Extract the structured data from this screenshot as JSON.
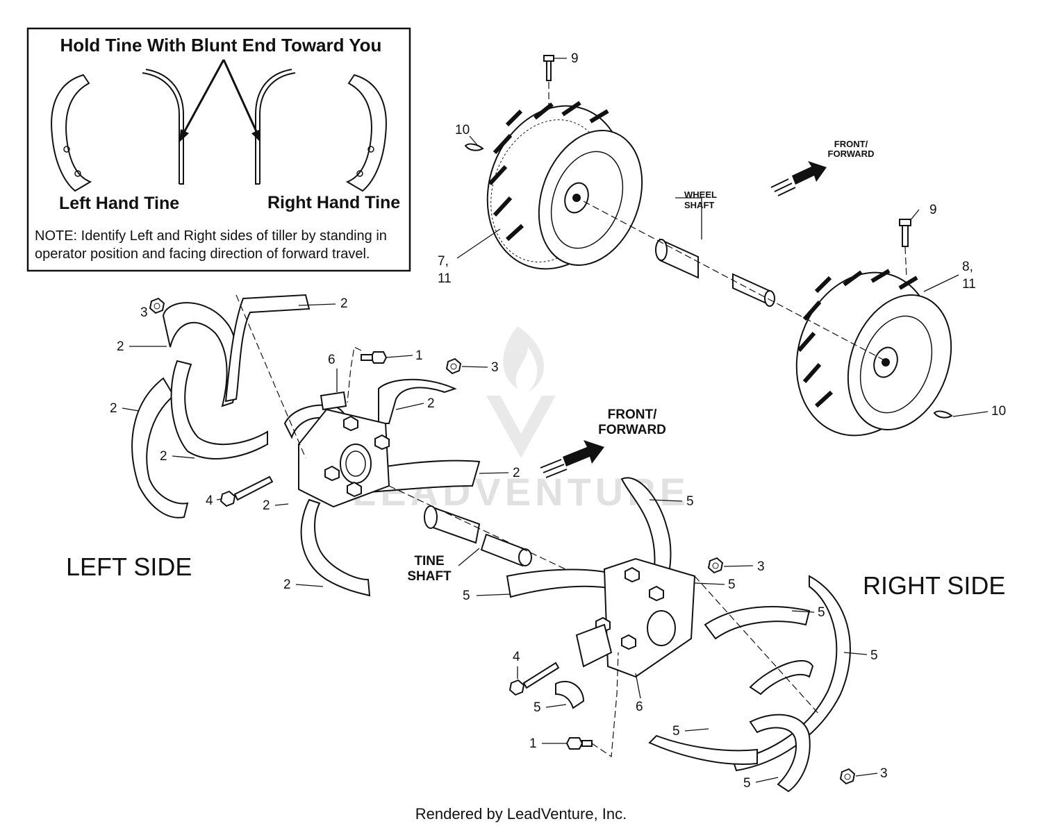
{
  "inset": {
    "title": "Hold Tine With Blunt End Toward You",
    "left_label": "Left Hand Tine",
    "right_label": "Right Hand Tine",
    "note_line1": "NOTE: Identify Left and Right sides of tiller by standing in",
    "note_line2": "operator position and facing direction of forward travel."
  },
  "callouts": {
    "c9a": "9",
    "c10a": "10",
    "c7": "7,",
    "c11a": "11",
    "c9b": "9",
    "c8": "8,",
    "c11b": "11",
    "c10b": "10",
    "c3a": "3",
    "c2a": "2",
    "c2b": "2",
    "c2c": "2",
    "c2d": "2",
    "c1a": "1",
    "c6a": "6",
    "c3b": "3",
    "c2e": "2",
    "c2f": "2",
    "c4a": "4",
    "c2g": "2",
    "c2h": "2",
    "c5a": "5",
    "c3c": "3",
    "c5b": "5",
    "c5c": "5",
    "c5d": "5",
    "c5e": "5",
    "c4b": "4",
    "c5f": "5",
    "c6b": "6",
    "c5g": "5",
    "c1b": "1",
    "c3d": "3",
    "c5h": "5"
  },
  "labels": {
    "wheel_shaft_1": "WHEEL",
    "wheel_shaft_2": "SHAFT",
    "front_top_1": "FRONT/",
    "front_top_2": "FORWARD",
    "front_mid_1": "FRONT/",
    "front_mid_2": "FORWARD",
    "tine_shaft_1": "TINE",
    "tine_shaft_2": "SHAFT",
    "left_side": "LEFT SIDE",
    "right_side": "RIGHT SIDE"
  },
  "watermark": "LEADVENTURE",
  "footer": "Rendered by LeadVenture, Inc."
}
